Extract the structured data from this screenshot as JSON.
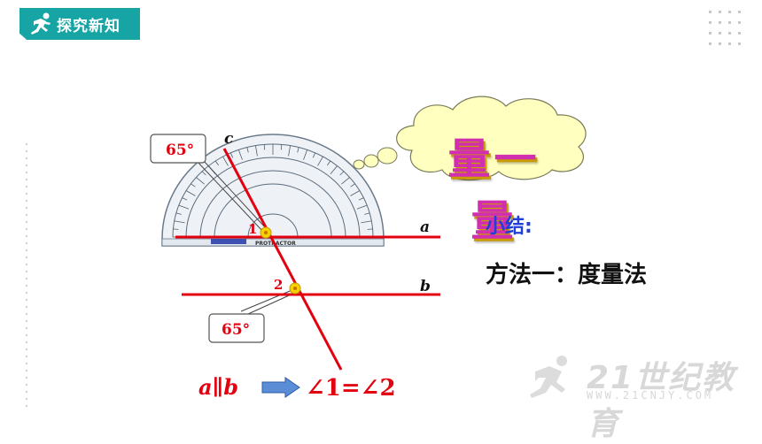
{
  "header": {
    "title": "探究新知",
    "color": "#16a4a4"
  },
  "thought_bubble": {
    "title": "量一量"
  },
  "summary": {
    "label": "小结:",
    "method": "方法一：度量法"
  },
  "diagram": {
    "line_a_label": "a",
    "line_b_label": "b",
    "line_c_label": "c",
    "angle1_label": "1",
    "angle2_label": "2",
    "angle1_callout": "65°",
    "angle2_callout": "65°",
    "protractor_brand": "PROTRACTOR",
    "conclusion_left": "a∥b",
    "conclusion_right": "∠1=∠2",
    "accent_red": "#e3000f"
  },
  "watermark": {
    "big": "21世纪教育",
    "small": "WWW.21CNJY.COM"
  }
}
